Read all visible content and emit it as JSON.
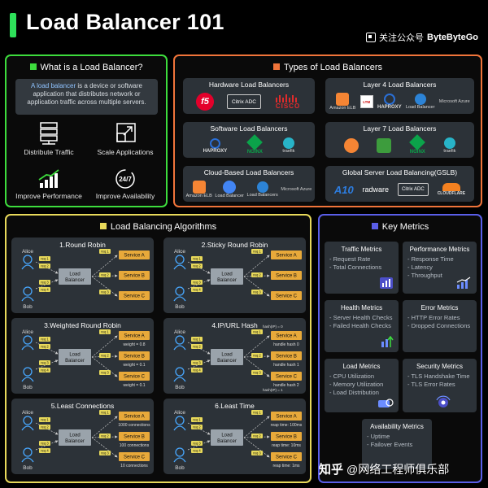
{
  "title": "Load Balancer 101",
  "brand": {
    "prefix": "关注公众号",
    "name": "ByteByteGo"
  },
  "what": {
    "title": "What is a Load Balancer?",
    "desc_highlight": "A load balancer",
    "desc_rest": " is a device or software application that distributes network or application traffic across multiple servers.",
    "features": [
      "Distribute Traffic",
      "Scale Applications",
      "Improve Performance",
      "Improve Availability"
    ]
  },
  "types": {
    "title": "Types of Load Balancers",
    "boxes": [
      {
        "title": "Hardware Load Balancers",
        "logos": [
          "f5",
          "Citrix ADC",
          "CISCO"
        ]
      },
      {
        "title": "Layer 4 Load Balancers",
        "logos": [
          "Amazon ELB",
          "LTM",
          "HAPROXY",
          "Load Balancer"
        ]
      },
      {
        "title": "Software Load Balancers",
        "logos": [
          "HAPROXY",
          "NGINX",
          "traefik"
        ]
      },
      {
        "title": "Layer 7 Load Balancers",
        "logos": [
          "",
          "",
          "NGINX",
          "traefik"
        ]
      },
      {
        "title": "Cloud-Based Load Balancers",
        "logos": [
          "Amazon ELB",
          "Load Balancer",
          "Load Balancers"
        ]
      },
      {
        "title": "Global Server Load Balancing(GSLB)",
        "logos": [
          "A10",
          "radware",
          "Citrix ADC",
          "CLOUDFLARE"
        ]
      }
    ],
    "microsoft_azure": "Microsoft Azure"
  },
  "algorithms": {
    "title": "Load Balancing Algorithms",
    "items": [
      {
        "title": "1.Round Robin",
        "annotations": [
          "",
          "",
          ""
        ]
      },
      {
        "title": "2.Sticky Round Robin",
        "annotations": [
          "",
          "",
          ""
        ]
      },
      {
        "title": "3.Weighted Round Robin",
        "annotations": [
          "weight = 0.8",
          "weight = 0.1",
          "weight = 0.1"
        ]
      },
      {
        "title": "4.IP/URL Hash",
        "annotations": [
          "handle hash 0",
          "handle hash 1",
          "handle hash 2"
        ],
        "hash_labels": [
          "hash(IP) = 0",
          "",
          "hash(IP) = 1"
        ]
      },
      {
        "title": "5.Least Connections",
        "annotations": [
          "1000 connections",
          "100 connections",
          "10 connections"
        ]
      },
      {
        "title": "6.Least Time",
        "annotations": [
          "reap time: 100ms",
          "reap time: 10ms",
          "reap time: 1ms"
        ]
      }
    ],
    "labels": {
      "alice": "Alice",
      "bob": "Bob",
      "lb": "Load Balancer",
      "services": [
        "Service A",
        "Service B",
        "Service C"
      ],
      "req": [
        "req 1",
        "req 2",
        "req 3",
        "req 4"
      ]
    }
  },
  "metrics": {
    "title": "Key Metrics",
    "items": [
      {
        "title": "Traffic Metrics",
        "lines": [
          "Request Rate",
          "Total Connections"
        ]
      },
      {
        "title": "Performance Metrics",
        "lines": [
          "Response Time",
          "Latency",
          "Throughput"
        ]
      },
      {
        "title": "Health Metrics",
        "lines": [
          "Server Health Checks",
          "Failed Health Checks"
        ]
      },
      {
        "title": "Error Metrics",
        "lines": [
          "HTTP Error Rates",
          "Dropped Connections"
        ]
      },
      {
        "title": "Load Metrics",
        "lines": [
          "CPU Utilization",
          "Memory Utilization",
          "Load Distribution"
        ]
      },
      {
        "title": "Security Metrics",
        "lines": [
          "TLS Handshake Time",
          "TLS Error Rates"
        ]
      },
      {
        "title": "Availability Metrics",
        "lines": [
          "Uptime",
          "Failover Events"
        ]
      }
    ]
  },
  "watermark": {
    "site": "知乎",
    "handle": "@网络工程师俱乐部"
  },
  "colors": {
    "what": "#3ddc3d",
    "types": "#f0743a",
    "algo": "#e8d95a",
    "metrics": "#5a5ee8",
    "accent": "#2ee05a"
  }
}
